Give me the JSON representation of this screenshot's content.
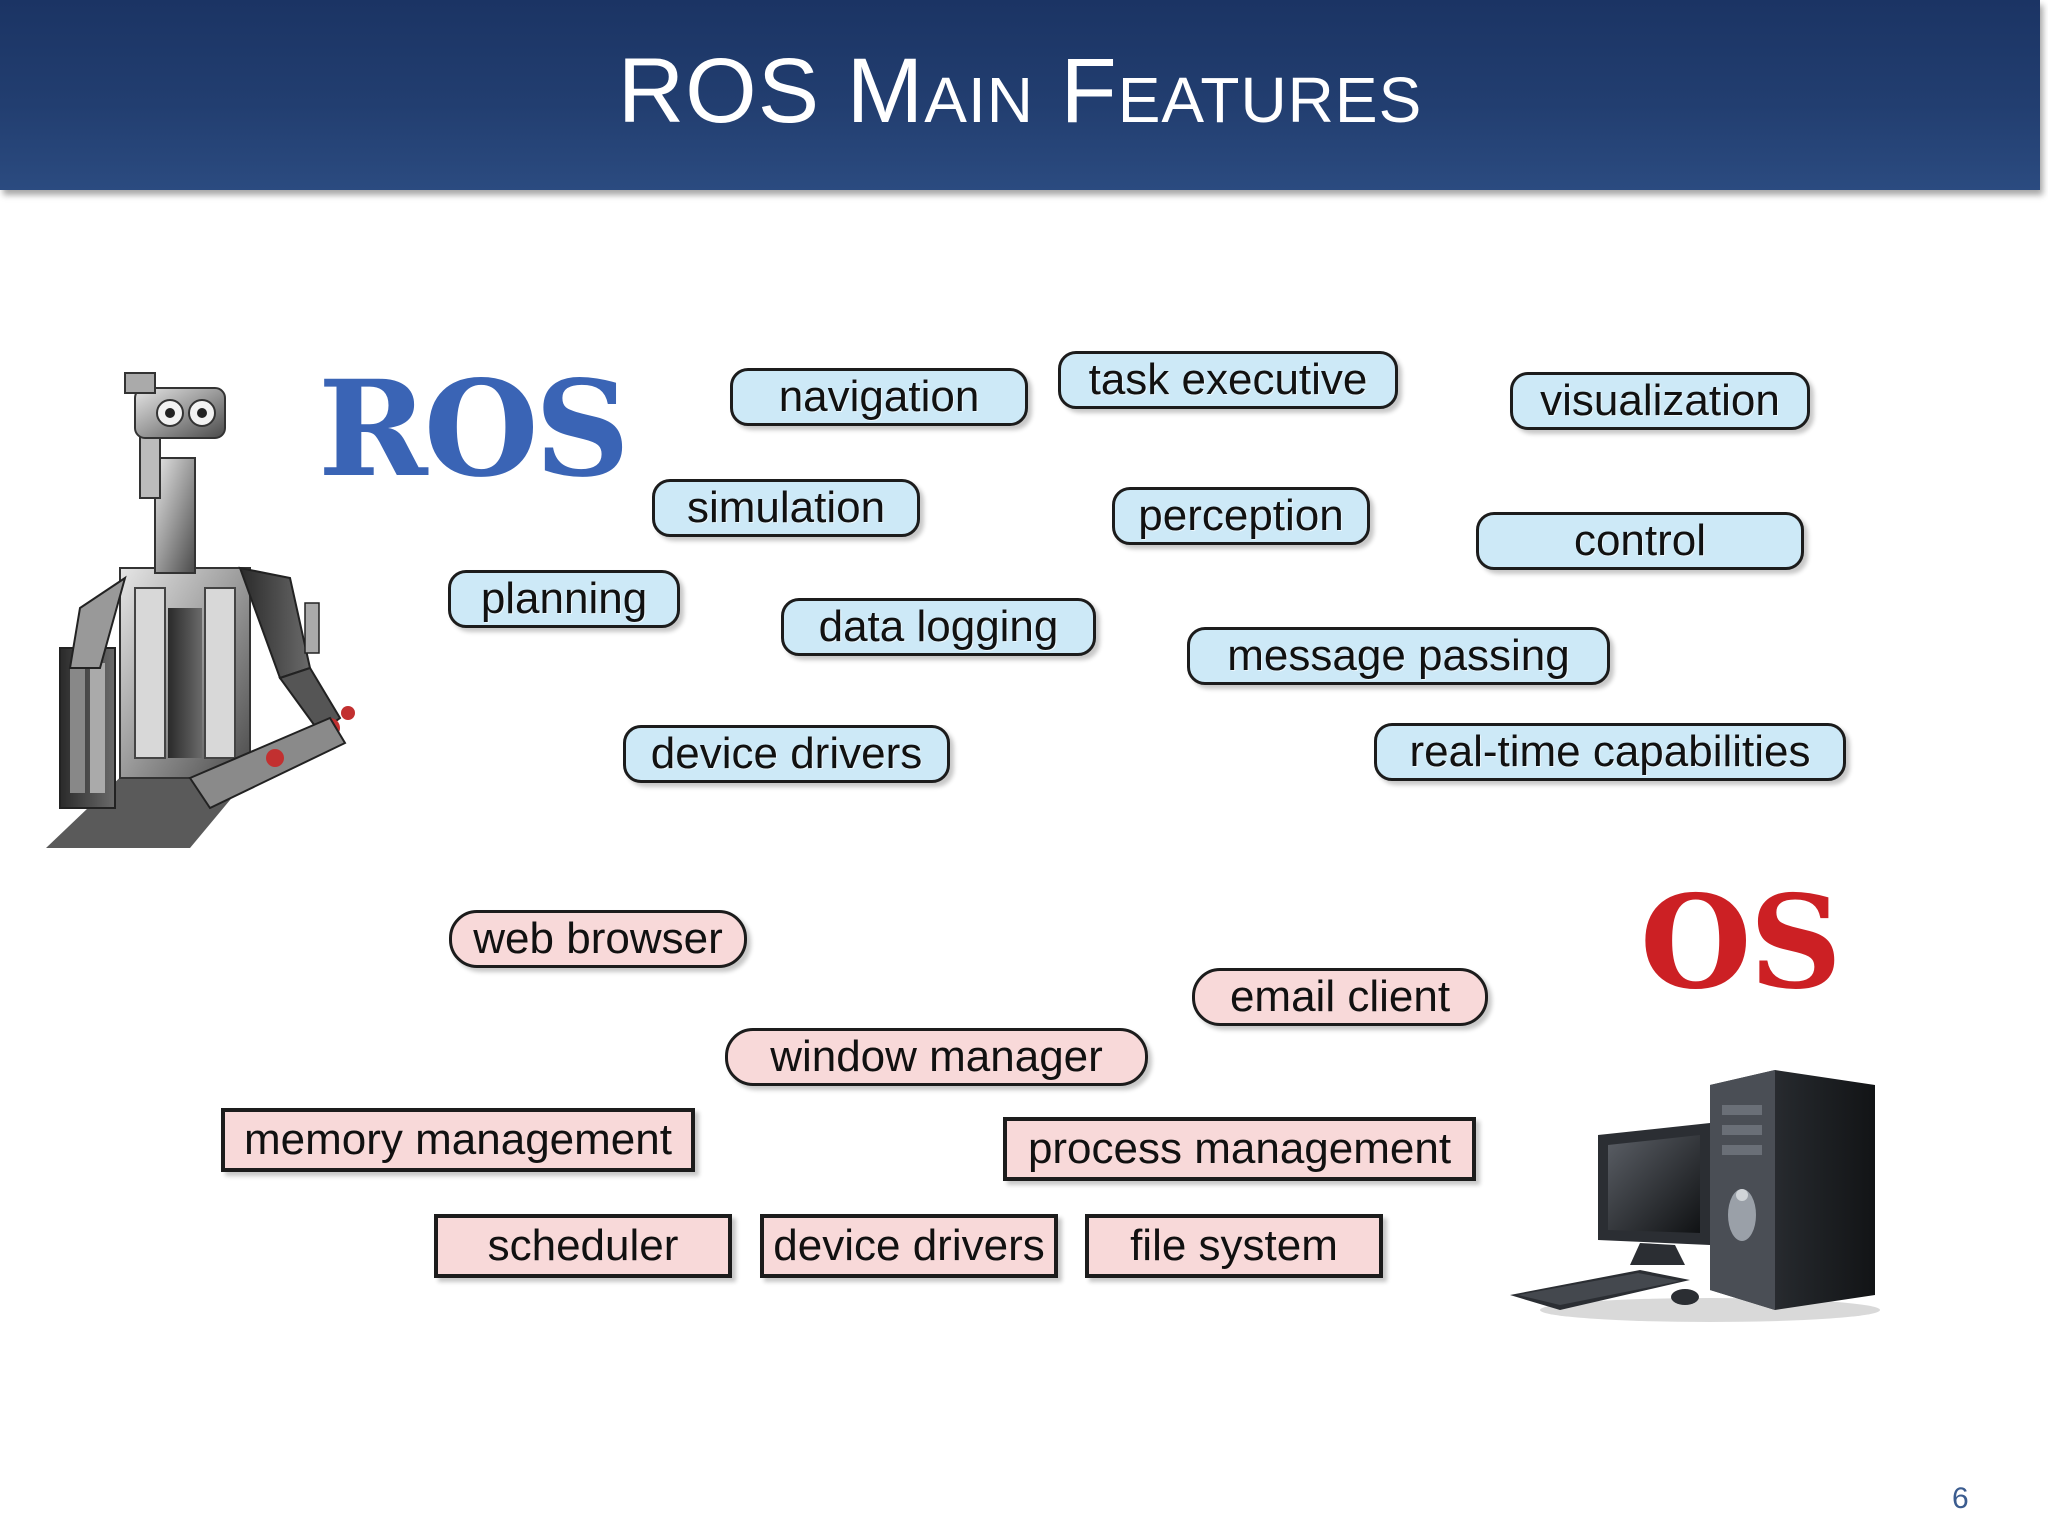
{
  "slide": {
    "title": "ROS Main Features",
    "page_number": "6"
  },
  "logos": {
    "ros": "ROS",
    "os": "OS"
  },
  "ros_features": [
    {
      "label": "navigation"
    },
    {
      "label": "task executive"
    },
    {
      "label": "visualization"
    },
    {
      "label": "simulation"
    },
    {
      "label": "perception"
    },
    {
      "label": "control"
    },
    {
      "label": "planning"
    },
    {
      "label": "data logging"
    },
    {
      "label": "message passing"
    },
    {
      "label": "device drivers"
    },
    {
      "label": "real-time capabilities"
    }
  ],
  "os_features": [
    {
      "label": "web browser"
    },
    {
      "label": "email client"
    },
    {
      "label": "window manager"
    },
    {
      "label": "memory management"
    },
    {
      "label": "process management"
    },
    {
      "label": "scheduler"
    },
    {
      "label": "device drivers"
    },
    {
      "label": "file system"
    }
  ],
  "colors": {
    "header": "#223e70",
    "ros_logo": "#3a64b5",
    "os_logo": "#cc2024",
    "ros_tag_fill": "#cde9f7",
    "os_tag_fill": "#f8d9d9"
  },
  "images": {
    "robot": "humanoid-robot-illustration",
    "computer": "desktop-computer-illustration"
  }
}
